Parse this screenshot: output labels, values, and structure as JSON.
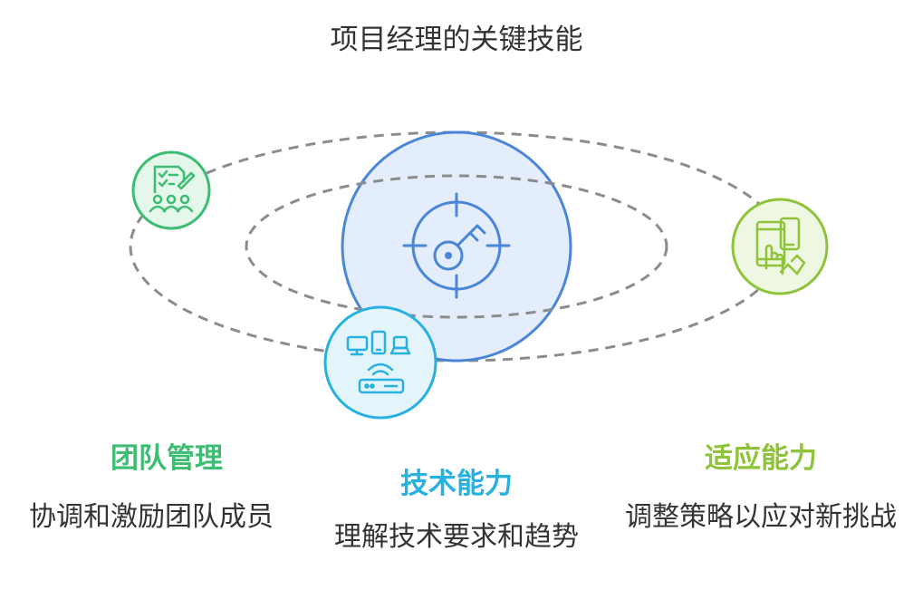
{
  "title": "项目经理的关键技能",
  "skills": [
    {
      "title": "团队管理",
      "description": "协调和激励团队成员",
      "color": "#3cbd72",
      "icon": "team-checklist-icon"
    },
    {
      "title": "技术能力",
      "description": "理解技术要求和趋势",
      "color": "#27b1e0",
      "icon": "devices-router-icon"
    },
    {
      "title": "适应能力",
      "description": "调整策略以应对新挑战",
      "color": "#8fc43a",
      "icon": "adaptive-devices-icon"
    }
  ],
  "center": {
    "icon": "target-key-icon",
    "color": "#4a86d8"
  }
}
